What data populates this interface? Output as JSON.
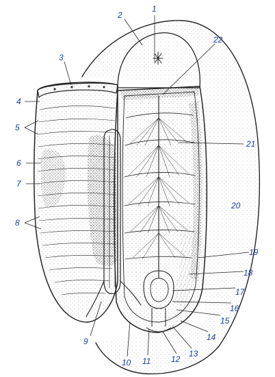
{
  "figure": {
    "labels": [
      "1",
      "2",
      "3",
      "4",
      "5",
      "6",
      "7",
      "8",
      "9",
      "10",
      "11",
      "12",
      "13",
      "14",
      "15",
      "16",
      "17",
      "18",
      "19",
      "20",
      "21",
      "22"
    ]
  },
  "colors": {
    "label": "#1a3fa6",
    "ink": "#222222",
    "stipple": "#555555"
  }
}
